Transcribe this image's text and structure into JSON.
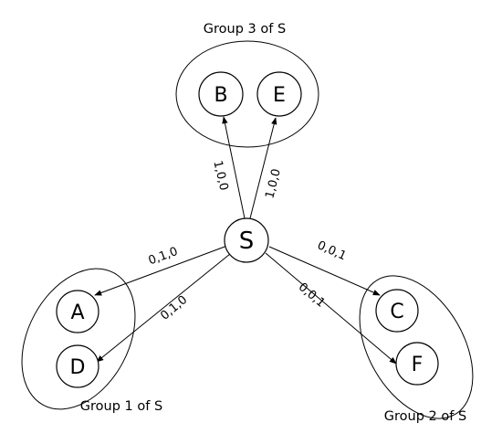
{
  "nodes": {
    "S": "S",
    "A": "A",
    "B": "B",
    "C": "C",
    "D": "D",
    "E": "E",
    "F": "F"
  },
  "groups": {
    "group1": "Group 1 of S",
    "group2": "Group 2 of S",
    "group3": "Group 3 of S"
  },
  "edges": {
    "s_b": "1,0,0",
    "s_e": "1,0,0",
    "s_a": "0,1,0",
    "s_d": "0,1,0",
    "s_c": "0,0,1",
    "s_f": "0,0,1"
  }
}
